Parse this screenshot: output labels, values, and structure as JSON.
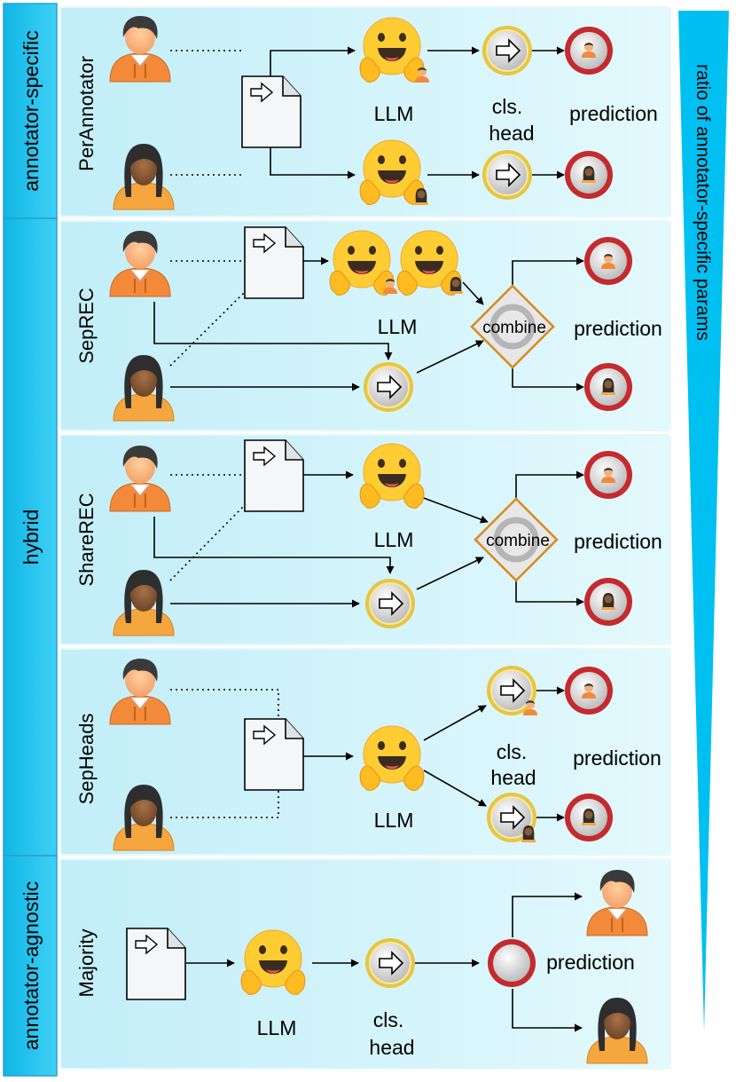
{
  "categories": {
    "specific": "annotator-specific",
    "hybrid": "hybrid",
    "agnostic": "annotator-agnostic"
  },
  "methods": {
    "per_annotator": "PerAnnotator",
    "sep_rec": "SepREC",
    "share_rec": "ShareREC",
    "sep_heads": "SepHeads",
    "majority": "Majority"
  },
  "labels": {
    "llm": "LLM",
    "cls": "cls.",
    "head": "head",
    "prediction": "prediction",
    "combine": "combine"
  },
  "ratio_label": "ratio of annotator-specific params",
  "colors": {
    "panel_fill": "#cdf3fa",
    "sidebar_fill": "#19c3f0",
    "ratio_fill": "#00c0f2",
    "pred_ring": "#c0282c",
    "head_ring": "#d7b531",
    "combine_stroke": "#d88a1c",
    "emoji_yellow": "#ffcc33"
  },
  "icons": [
    "person-orange-icon",
    "person-dark-icon",
    "document-icon",
    "hugging-face-icon",
    "head-arrow-icon",
    "prediction-node-icon",
    "combine-node-icon"
  ]
}
